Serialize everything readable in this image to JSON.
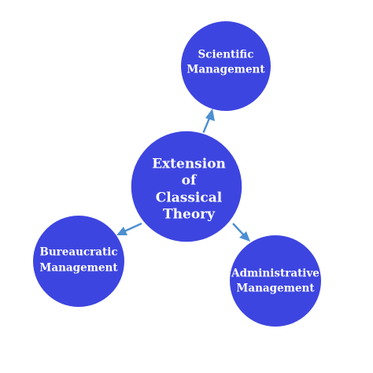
{
  "center": {
    "lines": [
      "Extension",
      "of",
      "Classical",
      "Theory"
    ]
  },
  "nodes": [
    {
      "id": "scientific",
      "lines": [
        "Scientific",
        "Management"
      ]
    },
    {
      "id": "bureaucratic",
      "lines": [
        "Bureaucratic",
        "Management"
      ]
    },
    {
      "id": "administrative",
      "lines": [
        "Administrative",
        "Management"
      ]
    }
  ],
  "colors": {
    "circle_fill": "#3d45e0",
    "arrow": "#4d8fd1",
    "text": "#ffffff"
  }
}
